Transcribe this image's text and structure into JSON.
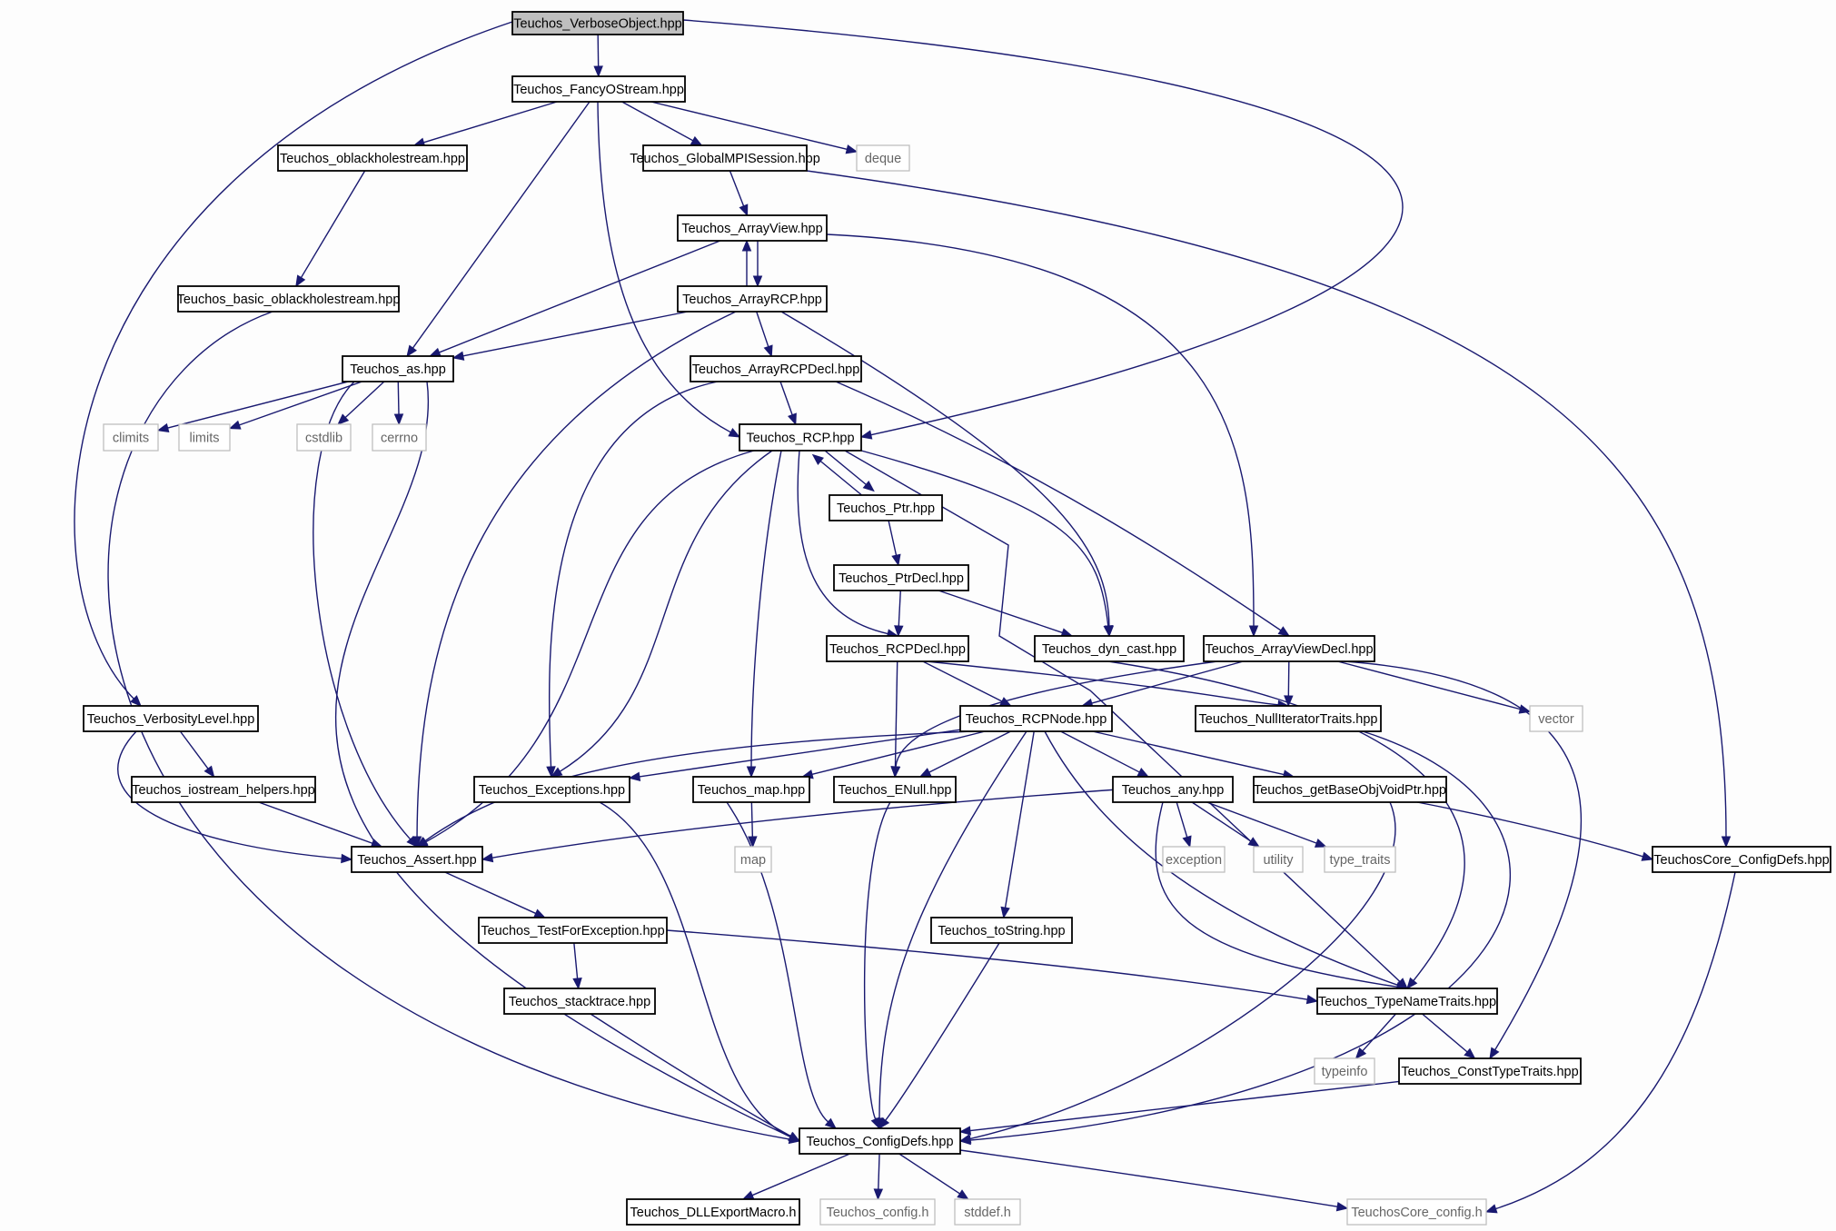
{
  "diagram": {
    "type": "include-dependency-graph",
    "colors": {
      "edge": "#191970",
      "root_fill": "#bfbfbf",
      "local_border": "#000000",
      "system_border": "#bfbfbf",
      "system_text": "#666666",
      "background": "#fdfdfd"
    },
    "nodes": [
      {
        "id": "verboseobject",
        "label": "Teuchos_VerboseObject.hpp",
        "kind": "root"
      },
      {
        "id": "fancyostream",
        "label": "Teuchos_FancyOStream.hpp",
        "kind": "local"
      },
      {
        "id": "oblackholestream",
        "label": "Teuchos_oblackholestream.hpp",
        "kind": "local"
      },
      {
        "id": "globalmpisession",
        "label": "Teuchos_GlobalMPISession.hpp",
        "kind": "local"
      },
      {
        "id": "deque",
        "label": "deque",
        "kind": "system"
      },
      {
        "id": "arrayview",
        "label": "Teuchos_ArrayView.hpp",
        "kind": "local"
      },
      {
        "id": "basic_oblackholestream",
        "label": "Teuchos_basic_oblackholestream.hpp",
        "kind": "local"
      },
      {
        "id": "arrayrcp",
        "label": "Teuchos_ArrayRCP.hpp",
        "kind": "local"
      },
      {
        "id": "as",
        "label": "Teuchos_as.hpp",
        "kind": "local"
      },
      {
        "id": "arrayrcpdecl",
        "label": "Teuchos_ArrayRCPDecl.hpp",
        "kind": "local"
      },
      {
        "id": "climits",
        "label": "climits",
        "kind": "system"
      },
      {
        "id": "limits",
        "label": "limits",
        "kind": "system"
      },
      {
        "id": "cstdlib",
        "label": "cstdlib",
        "kind": "system"
      },
      {
        "id": "cerrno",
        "label": "cerrno",
        "kind": "system"
      },
      {
        "id": "rcp",
        "label": "Teuchos_RCP.hpp",
        "kind": "local"
      },
      {
        "id": "ptr",
        "label": "Teuchos_Ptr.hpp",
        "kind": "local"
      },
      {
        "id": "ptrdecl",
        "label": "Teuchos_PtrDecl.hpp",
        "kind": "local"
      },
      {
        "id": "rcpdecl",
        "label": "Teuchos_RCPDecl.hpp",
        "kind": "local"
      },
      {
        "id": "dyn_cast",
        "label": "Teuchos_dyn_cast.hpp",
        "kind": "local"
      },
      {
        "id": "arrayviewdecl",
        "label": "Teuchos_ArrayViewDecl.hpp",
        "kind": "local"
      },
      {
        "id": "verbositylevel",
        "label": "Teuchos_VerbosityLevel.hpp",
        "kind": "local"
      },
      {
        "id": "rcpnode",
        "label": "Teuchos_RCPNode.hpp",
        "kind": "local"
      },
      {
        "id": "nulliteratortraits",
        "label": "Teuchos_NullIteratorTraits.hpp",
        "kind": "local"
      },
      {
        "id": "vector",
        "label": "vector",
        "kind": "system"
      },
      {
        "id": "iostream_helpers",
        "label": "Teuchos_iostream_helpers.hpp",
        "kind": "local"
      },
      {
        "id": "exceptions",
        "label": "Teuchos_Exceptions.hpp",
        "kind": "local"
      },
      {
        "id": "map_hpp",
        "label": "Teuchos_map.hpp",
        "kind": "local"
      },
      {
        "id": "enull",
        "label": "Teuchos_ENull.hpp",
        "kind": "local"
      },
      {
        "id": "any",
        "label": "Teuchos_any.hpp",
        "kind": "local"
      },
      {
        "id": "getbaseobjvoidptr",
        "label": "Teuchos_getBaseObjVoidPtr.hpp",
        "kind": "local"
      },
      {
        "id": "assert",
        "label": "Teuchos_Assert.hpp",
        "kind": "local"
      },
      {
        "id": "map",
        "label": "map",
        "kind": "system"
      },
      {
        "id": "exception",
        "label": "exception",
        "kind": "system"
      },
      {
        "id": "utility",
        "label": "utility",
        "kind": "system"
      },
      {
        "id": "type_traits",
        "label": "type_traits",
        "kind": "system"
      },
      {
        "id": "core_configdefs",
        "label": "TeuchosCore_ConfigDefs.hpp",
        "kind": "local"
      },
      {
        "id": "testforexception",
        "label": "Teuchos_TestForException.hpp",
        "kind": "local"
      },
      {
        "id": "tostring",
        "label": "Teuchos_toString.hpp",
        "kind": "local"
      },
      {
        "id": "stacktrace",
        "label": "Teuchos_stacktrace.hpp",
        "kind": "local"
      },
      {
        "id": "typenametraits",
        "label": "Teuchos_TypeNameTraits.hpp",
        "kind": "local"
      },
      {
        "id": "typeinfo",
        "label": "typeinfo",
        "kind": "system"
      },
      {
        "id": "consttypetraits",
        "label": "Teuchos_ConstTypeTraits.hpp",
        "kind": "local"
      },
      {
        "id": "configdefs",
        "label": "Teuchos_ConfigDefs.hpp",
        "kind": "local"
      },
      {
        "id": "dllexportmacro",
        "label": "Teuchos_DLLExportMacro.h",
        "kind": "local"
      },
      {
        "id": "config_h",
        "label": "Teuchos_config.h",
        "kind": "system"
      },
      {
        "id": "stddef",
        "label": "stddef.h",
        "kind": "system"
      },
      {
        "id": "core_config_h",
        "label": "TeuchosCore_config.h",
        "kind": "system"
      }
    ],
    "edges": [
      [
        "verboseobject",
        "fancyostream"
      ],
      [
        "verboseobject",
        "verbositylevel"
      ],
      [
        "verboseobject",
        "rcp"
      ],
      [
        "fancyostream",
        "oblackholestream"
      ],
      [
        "fancyostream",
        "globalmpisession"
      ],
      [
        "fancyostream",
        "deque"
      ],
      [
        "fancyostream",
        "as"
      ],
      [
        "fancyostream",
        "rcp"
      ],
      [
        "oblackholestream",
        "basic_oblackholestream"
      ],
      [
        "basic_oblackholestream",
        "configdefs"
      ],
      [
        "globalmpisession",
        "arrayview"
      ],
      [
        "globalmpisession",
        "core_configdefs"
      ],
      [
        "arrayview",
        "arrayrcp"
      ],
      [
        "arrayrcp",
        "arrayview"
      ],
      [
        "arrayview",
        "as"
      ],
      [
        "arrayview",
        "arrayviewdecl"
      ],
      [
        "arrayrcp",
        "as"
      ],
      [
        "arrayrcp",
        "arrayrcpdecl"
      ],
      [
        "arrayrcp",
        "assert"
      ],
      [
        "arrayrcp",
        "dyn_cast"
      ],
      [
        "as",
        "climits"
      ],
      [
        "as",
        "limits"
      ],
      [
        "as",
        "cstdlib"
      ],
      [
        "as",
        "cerrno"
      ],
      [
        "as",
        "assert"
      ],
      [
        "as",
        "configdefs"
      ],
      [
        "arrayrcpdecl",
        "rcp"
      ],
      [
        "arrayrcpdecl",
        "exceptions"
      ],
      [
        "arrayrcpdecl",
        "arrayviewdecl"
      ],
      [
        "rcp",
        "ptr"
      ],
      [
        "ptr",
        "rcp"
      ],
      [
        "rcp",
        "dyn_cast"
      ],
      [
        "rcp",
        "rcpdecl"
      ],
      [
        "rcp",
        "map_hpp"
      ],
      [
        "rcp",
        "exceptions"
      ],
      [
        "rcp",
        "assert"
      ],
      [
        "rcp",
        "typenametraits"
      ],
      [
        "ptr",
        "ptrdecl"
      ],
      [
        "ptrdecl",
        "rcpdecl"
      ],
      [
        "ptrdecl",
        "dyn_cast"
      ],
      [
        "rcpdecl",
        "rcpnode"
      ],
      [
        "rcpdecl",
        "enull"
      ],
      [
        "rcpdecl",
        "nulliteratortraits"
      ],
      [
        "dyn_cast",
        "typenametraits"
      ],
      [
        "arrayviewdecl",
        "rcpnode"
      ],
      [
        "arrayviewdecl",
        "nulliteratortraits"
      ],
      [
        "arrayviewdecl",
        "vector"
      ],
      [
        "arrayviewdecl",
        "enull"
      ],
      [
        "arrayviewdecl",
        "consttypetraits"
      ],
      [
        "verbositylevel",
        "iostream_helpers"
      ],
      [
        "verbositylevel",
        "assert"
      ],
      [
        "iostream_helpers",
        "assert"
      ],
      [
        "rcpnode",
        "exceptions"
      ],
      [
        "rcpnode",
        "map_hpp"
      ],
      [
        "rcpnode",
        "enull"
      ],
      [
        "rcpnode",
        "any"
      ],
      [
        "rcpnode",
        "getbaseobjvoidptr"
      ],
      [
        "rcpnode",
        "assert"
      ],
      [
        "rcpnode",
        "tostring"
      ],
      [
        "rcpnode",
        "configdefs"
      ],
      [
        "rcpnode",
        "typenametraits"
      ],
      [
        "nulliteratortraits",
        "configdefs"
      ],
      [
        "exceptions",
        "configdefs"
      ],
      [
        "map_hpp",
        "map"
      ],
      [
        "map_hpp",
        "configdefs"
      ],
      [
        "enull",
        "configdefs"
      ],
      [
        "any",
        "assert"
      ],
      [
        "any",
        "exception"
      ],
      [
        "any",
        "utility"
      ],
      [
        "any",
        "type_traits"
      ],
      [
        "any",
        "typenametraits"
      ],
      [
        "getbaseobjvoidptr",
        "core_configdefs"
      ],
      [
        "getbaseobjvoidptr",
        "configdefs"
      ],
      [
        "assert",
        "testforexception"
      ],
      [
        "testforexception",
        "stacktrace"
      ],
      [
        "testforexception",
        "typenametraits"
      ],
      [
        "stacktrace",
        "configdefs"
      ],
      [
        "tostring",
        "configdefs"
      ],
      [
        "typenametraits",
        "typeinfo"
      ],
      [
        "typenametraits",
        "consttypetraits"
      ],
      [
        "consttypetraits",
        "configdefs"
      ],
      [
        "core_configdefs",
        "core_config_h"
      ],
      [
        "configdefs",
        "dllexportmacro"
      ],
      [
        "configdefs",
        "config_h"
      ],
      [
        "configdefs",
        "stddef"
      ],
      [
        "configdefs",
        "core_config_h"
      ]
    ]
  }
}
